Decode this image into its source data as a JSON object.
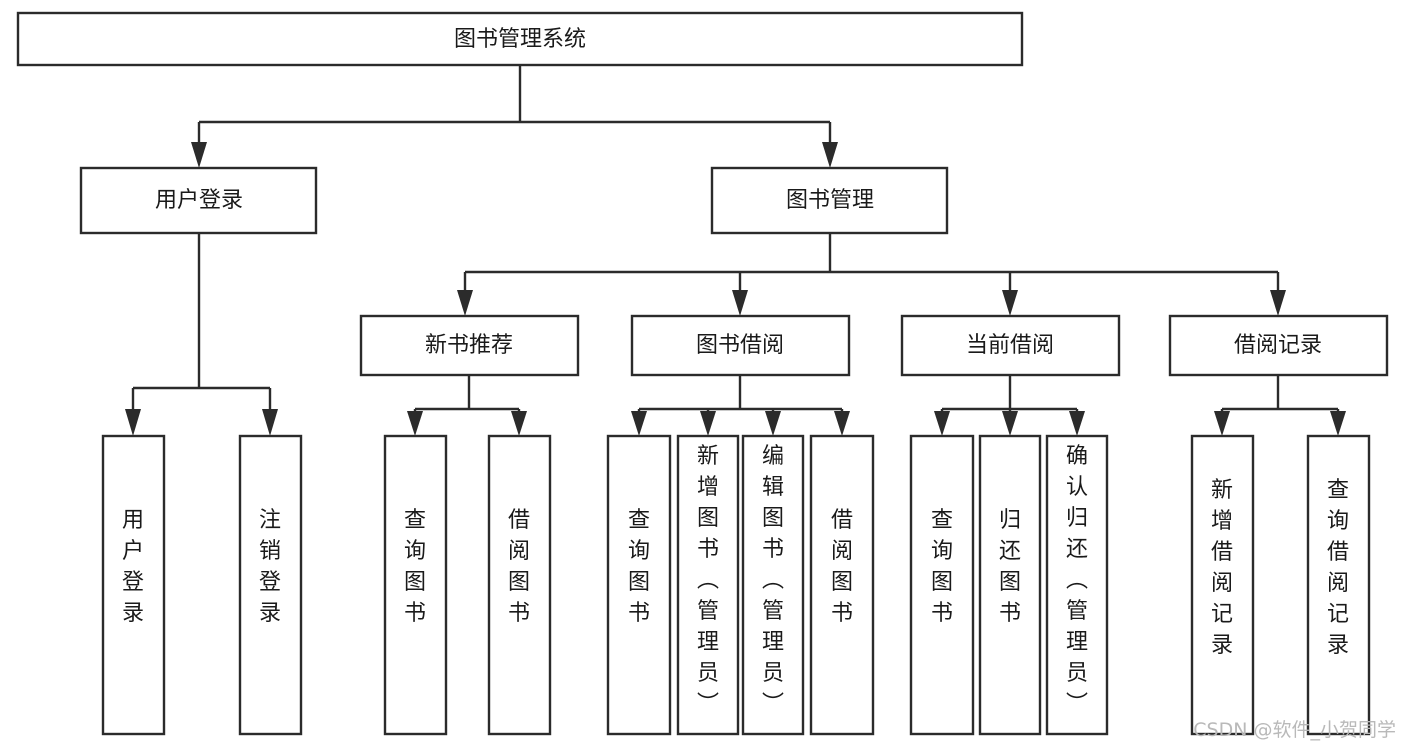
{
  "diagram": {
    "type": "tree",
    "orientation": "top-down",
    "root": {
      "id": "root",
      "label": "图书管理系统"
    },
    "level2": [
      {
        "id": "user-login",
        "label": "用户登录"
      },
      {
        "id": "book-manage",
        "label": "图书管理"
      }
    ],
    "level3": [
      {
        "id": "new-book-recommend",
        "label": "新书推荐",
        "parent": "book-manage"
      },
      {
        "id": "book-borrow",
        "label": "图书借阅",
        "parent": "book-manage"
      },
      {
        "id": "current-borrow",
        "label": "当前借阅",
        "parent": "book-manage"
      },
      {
        "id": "borrow-record",
        "label": "借阅记录",
        "parent": "book-manage"
      }
    ],
    "leaves": {
      "user-login": [
        {
          "id": "leaf-user-login",
          "label": "用户登录"
        },
        {
          "id": "leaf-logout",
          "label": "注销登录"
        }
      ],
      "new-book-recommend": [
        {
          "id": "leaf-query-book-1",
          "label": "查询图书"
        },
        {
          "id": "leaf-borrow-book-1",
          "label": "借阅图书"
        }
      ],
      "book-borrow": [
        {
          "id": "leaf-query-book-2",
          "label": "查询图书"
        },
        {
          "id": "leaf-add-book",
          "label": "新增图书（管理员）"
        },
        {
          "id": "leaf-edit-book",
          "label": "编辑图书（管理员）"
        },
        {
          "id": "leaf-borrow-book-2",
          "label": "借阅图书"
        }
      ],
      "current-borrow": [
        {
          "id": "leaf-query-book-3",
          "label": "查询图书"
        },
        {
          "id": "leaf-return-book",
          "label": "归还图书"
        },
        {
          "id": "leaf-confirm-return",
          "label": "确认归还（管理员）"
        }
      ],
      "borrow-record": [
        {
          "id": "leaf-add-record",
          "label": "新增借阅记录"
        },
        {
          "id": "leaf-query-record",
          "label": "查询借阅记录"
        }
      ]
    }
  },
  "watermark": {
    "label": "CSDN @软件_小贺同学"
  },
  "colors": {
    "stroke": "#2b2b2b",
    "fill": "#ffffff",
    "text": "#1a1a1a",
    "watermark": "#b9b9b9"
  }
}
